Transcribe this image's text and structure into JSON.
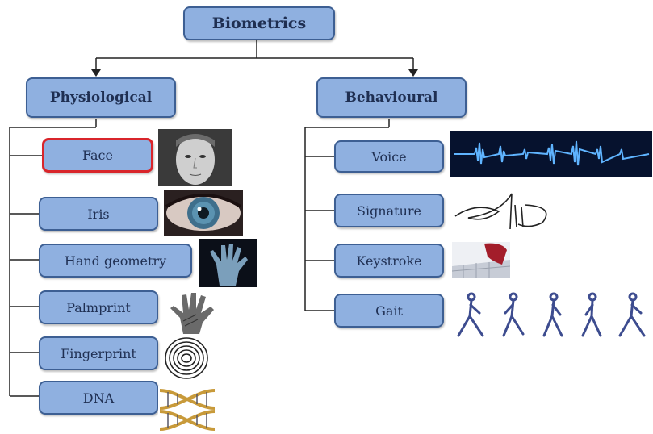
{
  "title": "Biometrics",
  "colors": {
    "box_fill": "#8fb0e0",
    "box_border": "#3d5f93",
    "highlight": "#d9252b"
  },
  "categories": [
    {
      "label": "Physiological",
      "items": [
        {
          "label": "Face",
          "icon": "face-photo",
          "highlighted": true
        },
        {
          "label": "Iris",
          "icon": "iris-photo"
        },
        {
          "label": "Hand geometry",
          "icon": "hand-xray-photo"
        },
        {
          "label": "Palmprint",
          "icon": "palmprint-photo"
        },
        {
          "label": "Fingerprint",
          "icon": "fingerprint-photo"
        },
        {
          "label": "DNA",
          "icon": "dna-helix-photo"
        }
      ]
    },
    {
      "label": "Behavioural",
      "items": [
        {
          "label": "Voice",
          "icon": "voice-waveform"
        },
        {
          "label": "Signature",
          "icon": "signature-scribble"
        },
        {
          "label": "Keystroke",
          "icon": "keystroke-photo"
        },
        {
          "label": "Gait",
          "icon": "walking-figures"
        }
      ]
    }
  ]
}
